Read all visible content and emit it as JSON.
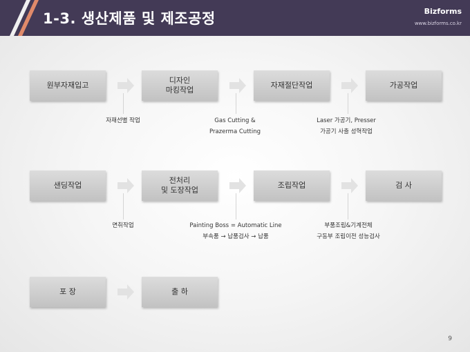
{
  "header": {
    "title": "1-3. 생산제품 및 제조공정",
    "brand": "Bizforms",
    "url": "www.bizforms.co.kr"
  },
  "process": {
    "row1": [
      "원부자재입고",
      "디자인\n마킹작업",
      "자재절단작업",
      "가공작업"
    ],
    "row2": [
      "샌딩작업",
      "전처리\n및 도장작업",
      "조립작업",
      "검   사"
    ],
    "row3": [
      "포   장",
      "출   하"
    ]
  },
  "notes": {
    "r1_a": [
      "자재선별 작업"
    ],
    "r1_b": [
      "Gas Cutting &",
      "Prazerma Cutting"
    ],
    "r1_c": [
      "Laser 가공기, Presser",
      "가공기 사출 성혁작업"
    ],
    "r2_a": [
      "면취작업"
    ],
    "r2_b": [
      "Painting Boss = Automatic Line",
      "부속품 → 납품검사 → 납품"
    ],
    "r2_c": [
      "부품조립&기계전체",
      "구동부 조립이전 성능검사"
    ]
  },
  "page_number": "9",
  "colors": {
    "header_bg": "#433a56",
    "stripe_light": "#f0f0f0",
    "stripe_accent": "#e08a6a",
    "box": "#cfcfcf"
  }
}
